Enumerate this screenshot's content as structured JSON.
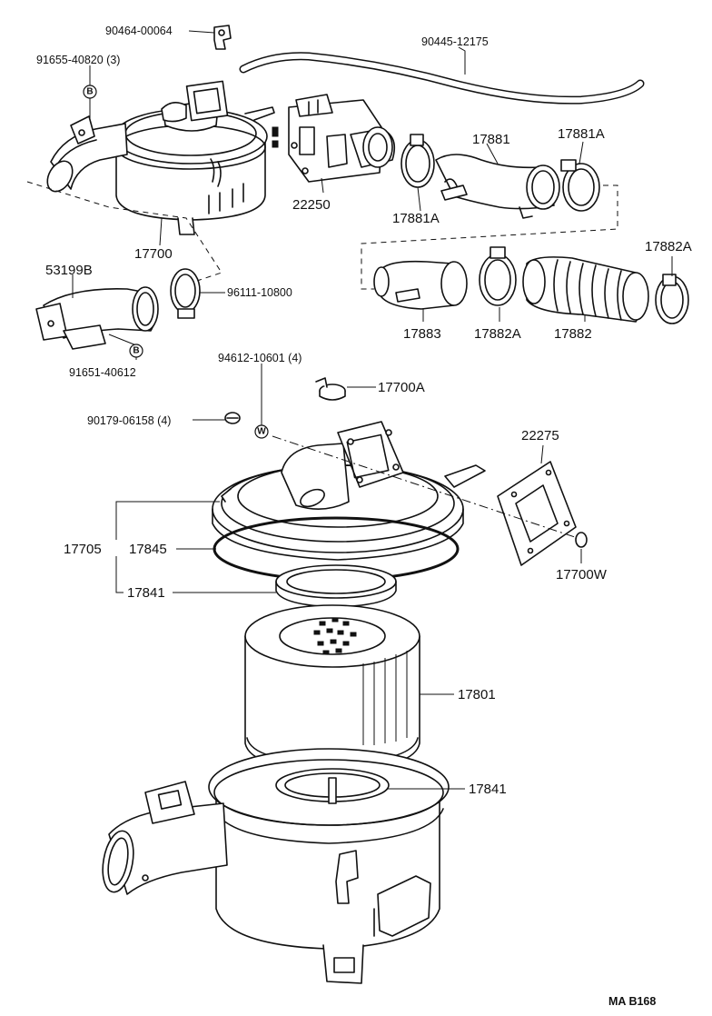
{
  "parts": {
    "p90464_00064": "90464-00064",
    "p90445_12175": "90445-12175",
    "p91655_40820": "91655-40820 (3)",
    "p22250": "22250",
    "p17881": "17881",
    "p17881A_right": "17881A",
    "p17881A_left": "17881A",
    "p17700": "17700",
    "p53199B": "53199B",
    "p96111_10800": "96111-10800",
    "p91651_40612": "91651-40612",
    "p17882A_right": "17882A",
    "p17883": "17883",
    "p17882A_mid": "17882A",
    "p17882": "17882",
    "p94612_10601": "94612-10601 (4)",
    "p17700A": "17700A",
    "p90179_06158": "90179-06158 (4)",
    "p22275": "22275",
    "p17700W": "17700W",
    "p17705": "17705",
    "p17845": "17845",
    "p17841_top": "17841",
    "p17801": "17801",
    "p17841_bottom": "17841"
  },
  "badges": {
    "bolt_b_top": "B",
    "bolt_b_bottom": "B",
    "washer_w": "W"
  },
  "footer": {
    "drawing_code": "MA  B168"
  }
}
